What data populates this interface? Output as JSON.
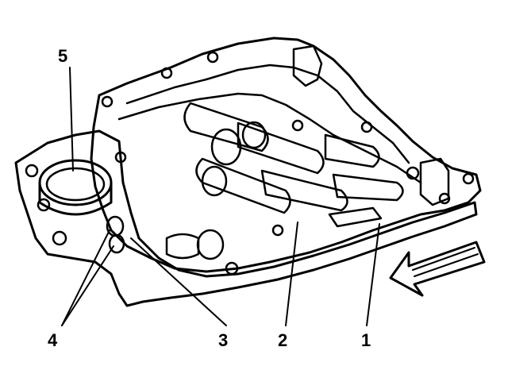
{
  "callouts": {
    "c1": "1",
    "c2": "2",
    "c3": "3",
    "c4": "4",
    "c5": "5"
  },
  "colors": {
    "ink": "#000000",
    "paper": "#ffffff"
  },
  "icons": {
    "direction_arrow": "direction-arrow-icon"
  }
}
